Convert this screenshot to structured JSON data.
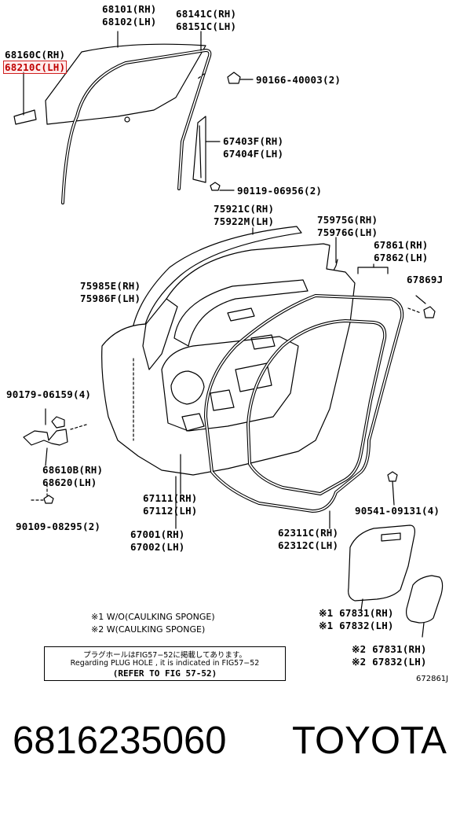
{
  "labels": {
    "p68101": "68101(RH)",
    "p68102": "68102(LH)",
    "p68141c": "68141C(RH)",
    "p68151c": "68151C(LH)",
    "p68160c": "68160C(RH)",
    "p68210c": "68210C(LH)",
    "p90166": "90166-40003(2)",
    "p67403f": "67403F(RH)",
    "p67404f": "67404F(LH)",
    "p90119": "90119-06956(2)",
    "p75921c": "75921C(RH)",
    "p75922m": "75922M(LH)",
    "p75975g": "75975G(RH)",
    "p75976g": "75976G(LH)",
    "p67861": "67861(RH)",
    "p67862": "67862(LH)",
    "p67869j": "67869J",
    "p75985e": "75985E(RH)",
    "p75986f": "75986F(LH)",
    "p90179": "90179-06159(4)",
    "p68610b": "68610B(RH)",
    "p68620": "68620(LH)",
    "p67111": "67111(RH)",
    "p67112": "67112(LH)",
    "p90109": "90109-08295(2)",
    "p67001": "67001(RH)",
    "p67002": "67002(LH)",
    "p90541": "90541-09131(4)",
    "p62311c": "62311C(RH)",
    "p62312c": "62312C(LH)",
    "p67831a": "※1 67831(RH)",
    "p67832a": "※1 67832(LH)",
    "p67831b": "※2 67831(RH)",
    "p67832b": "※2 67832(LH)"
  },
  "notes": {
    "note1": "※1 W/O(CAULKING SPONGE)",
    "note2": "※2 W(CAULKING SPONGE)"
  },
  "refbox": {
    "line1": "プラグホールはFIG57−52に掲載してあります。",
    "line2": "Regarding PLUG HOLE , it is indicated in FIG57−52",
    "line3": "(REFER TO FIG 57-52)"
  },
  "figure_code": "672861J",
  "footer": {
    "part_number": "6816235060",
    "brand": "TOYOTA"
  },
  "colors": {
    "highlight": "#d02020",
    "ink": "#000000"
  }
}
